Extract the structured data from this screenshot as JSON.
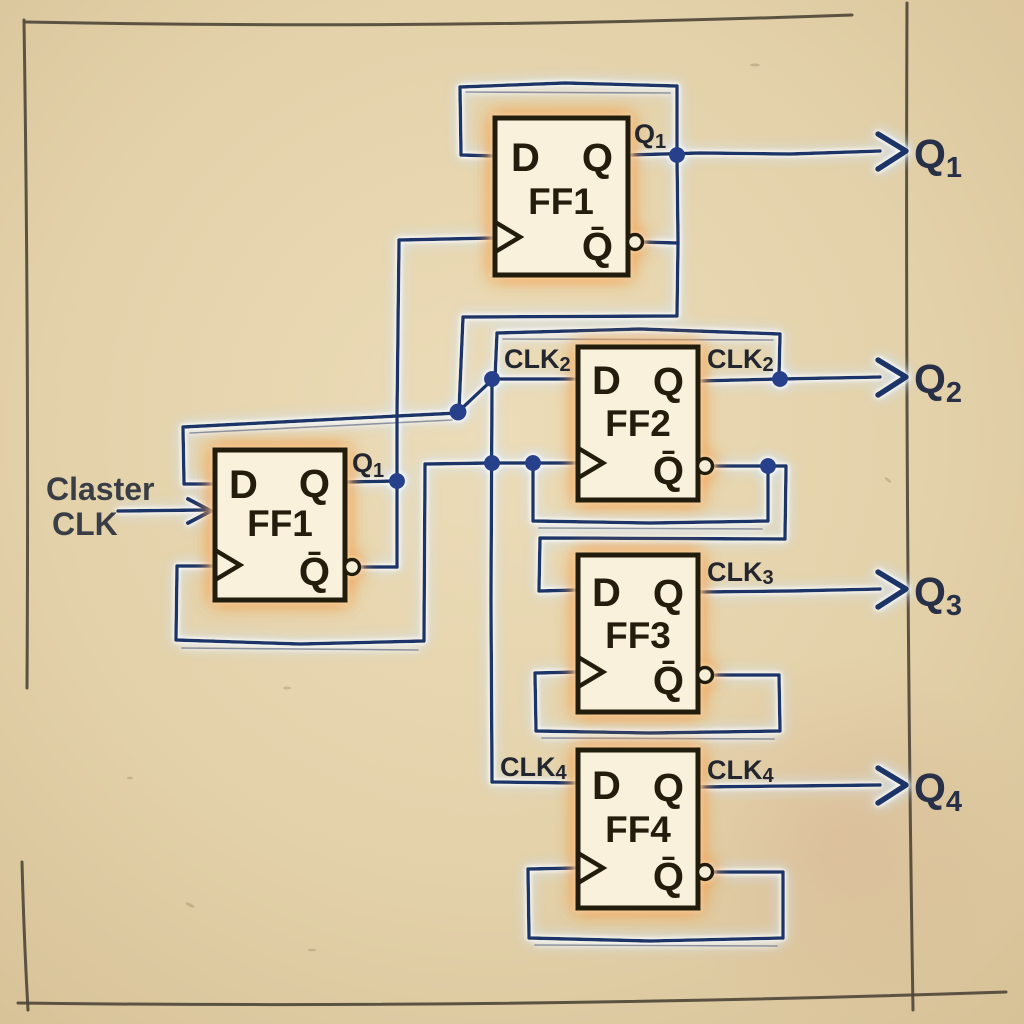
{
  "palette": {
    "background": "#e3d1a9",
    "wire": "#1b3467",
    "wire_glow": "#dcebff",
    "box_border": "#241a08",
    "box_fill": "#f9f1dc",
    "box_glow": "#f0a050",
    "junction_dot": "#27408c",
    "box_text": "#241c0c",
    "tag_text": "#23262e",
    "output_text": "#283048",
    "input_text": "#393e46",
    "border": "#4e4537"
  },
  "clock_input": {
    "line1": "Claster",
    "line2": "CLK"
  },
  "flip_flops": [
    {
      "name": "FF1",
      "ports": {
        "d": "D",
        "q": "Q",
        "qbar": "Q̄"
      },
      "tag_right": {
        "prefix": "Q",
        "sub": "1"
      }
    },
    {
      "name": "FF1",
      "ports": {
        "d": "D",
        "q": "Q",
        "qbar": "Q̄"
      },
      "tag_right": {
        "prefix": "Q",
        "sub": "1"
      }
    },
    {
      "name": "FF2",
      "ports": {
        "d": "D",
        "q": "Q",
        "qbar": "Q̄"
      },
      "tag_left": {
        "prefix": "CLK",
        "sub": "2"
      },
      "tag_right": {
        "prefix": "CLK",
        "sub": "2"
      }
    },
    {
      "name": "FF3",
      "ports": {
        "d": "D",
        "q": "Q",
        "qbar": "Q̄"
      },
      "tag_right": {
        "prefix": "CLK",
        "sub": "3"
      }
    },
    {
      "name": "FF4",
      "ports": {
        "d": "D",
        "q": "Q",
        "qbar": "Q̄"
      },
      "tag_left": {
        "prefix": "CLK",
        "sub": "4"
      },
      "tag_right": {
        "prefix": "CLK",
        "sub": "4"
      }
    }
  ],
  "outputs": [
    {
      "prefix": "Q",
      "sub": "1"
    },
    {
      "prefix": "Q",
      "sub": "2"
    },
    {
      "prefix": "Q",
      "sub": "3"
    },
    {
      "prefix": "Q",
      "sub": "4"
    }
  ]
}
